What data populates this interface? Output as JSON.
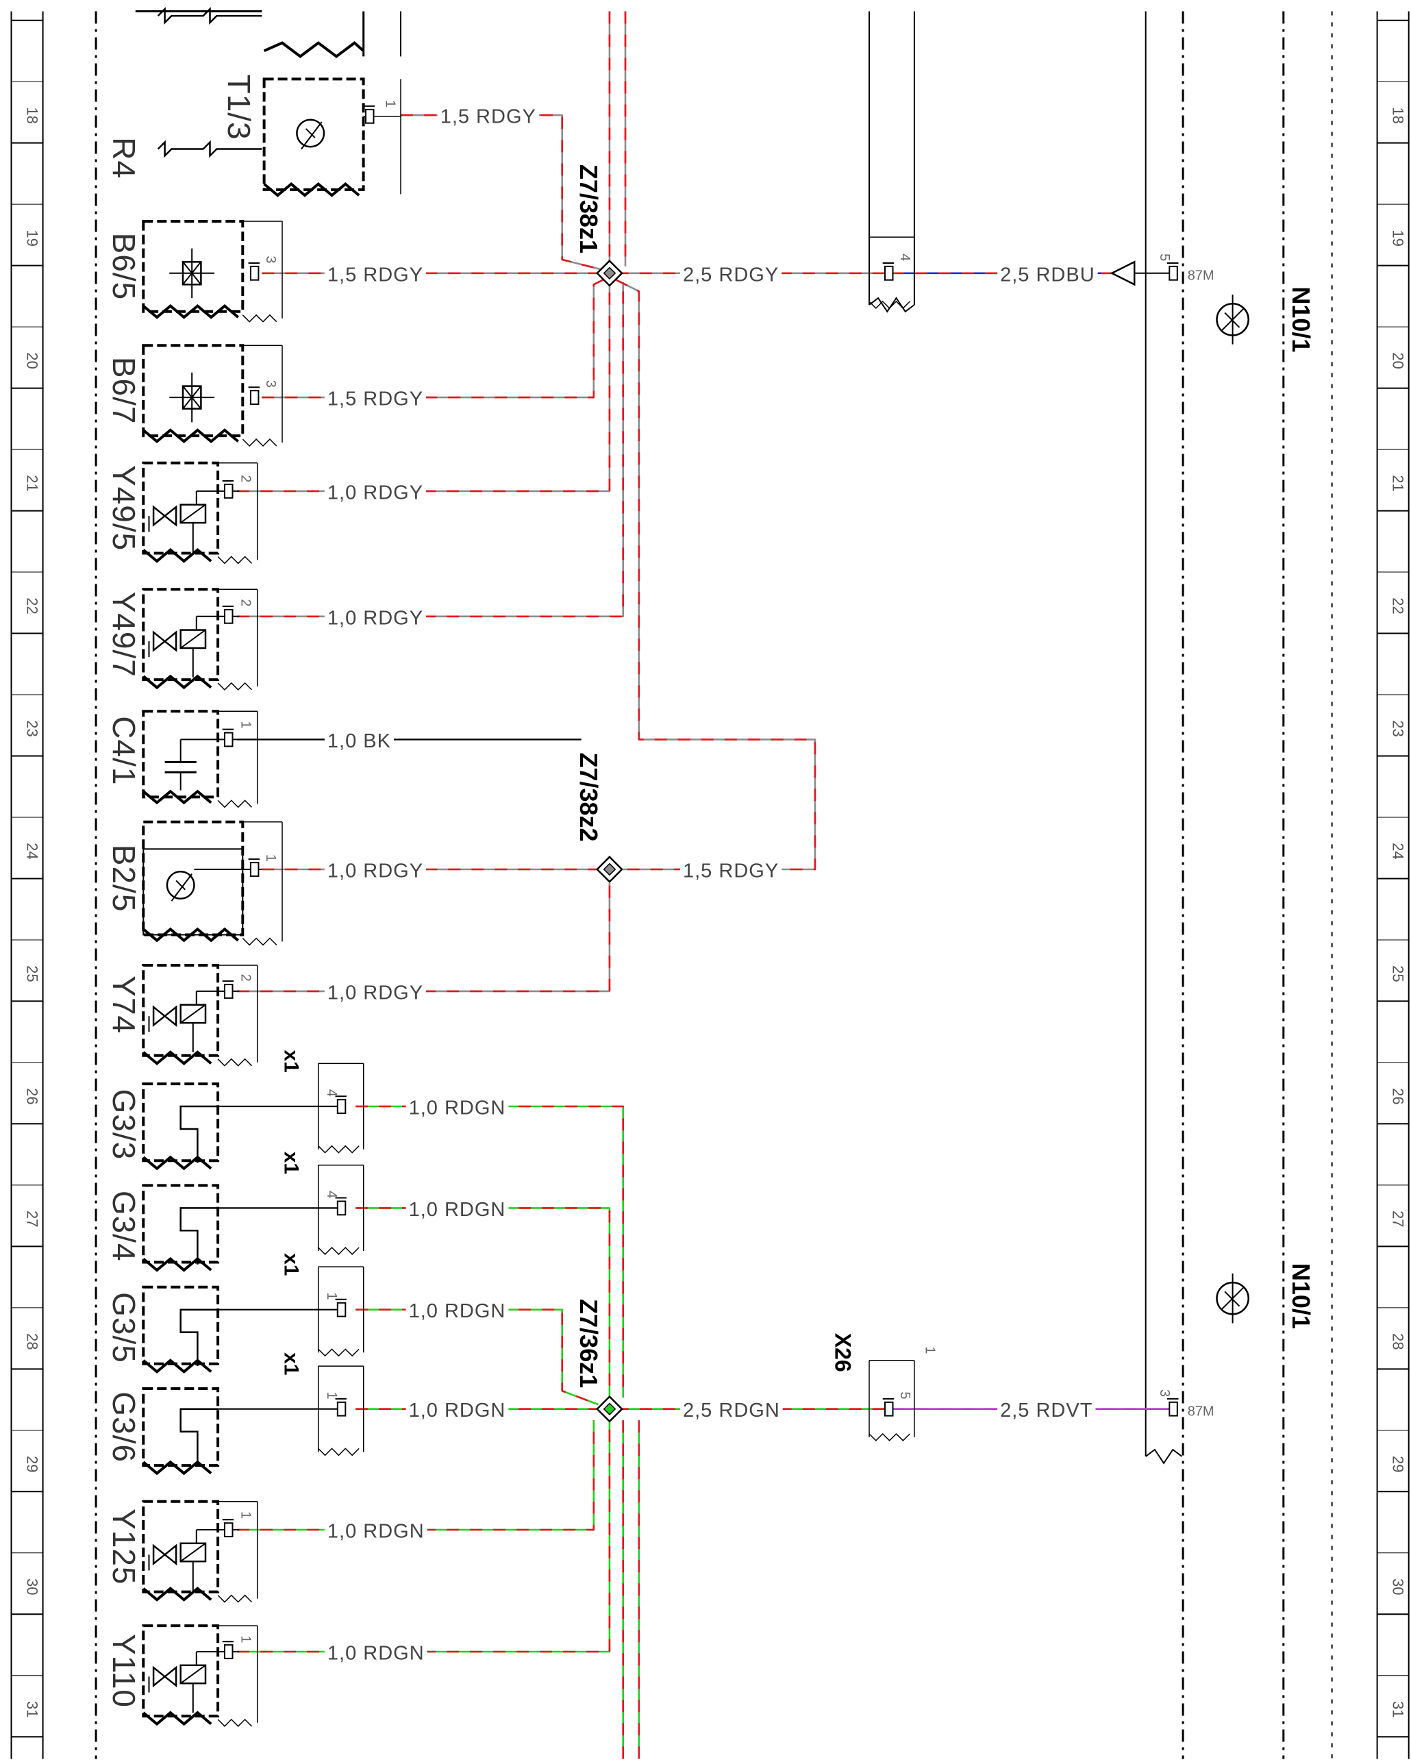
{
  "rows": [
    "18",
    "19",
    "20",
    "21",
    "22",
    "23",
    "24",
    "25",
    "26",
    "27",
    "28",
    "29",
    "30",
    "31"
  ],
  "components": [
    {
      "id": "t1_3",
      "label": "T1/3"
    },
    {
      "id": "r4",
      "label": "R4"
    },
    {
      "id": "b6_5",
      "label": "B6/5"
    },
    {
      "id": "b6_7",
      "label": "B6/7"
    },
    {
      "id": "y49_5",
      "label": "Y49/5"
    },
    {
      "id": "y49_7",
      "label": "Y49/7"
    },
    {
      "id": "c4_1",
      "label": "C4/1"
    },
    {
      "id": "b2_5",
      "label": "B2/5"
    },
    {
      "id": "y74",
      "label": "Y74"
    },
    {
      "id": "g3_3",
      "label": "G3/3"
    },
    {
      "id": "g3_4",
      "label": "G3/4"
    },
    {
      "id": "g3_5",
      "label": "G3/5"
    },
    {
      "id": "g3_6",
      "label": "G3/6"
    },
    {
      "id": "y125",
      "label": "Y125"
    },
    {
      "id": "y110",
      "label": "Y110"
    }
  ],
  "pins": {
    "t1_3": "1",
    "b6_5": "3",
    "b6_7": "3",
    "y49_5": "2",
    "y49_7": "2",
    "c4_1": "1",
    "b2_5": "1",
    "y74": "2",
    "g3_3": "4",
    "g3_4": "4",
    "g3_5": "1",
    "g3_6": "1",
    "y125": "1",
    "y110": "1",
    "x_mid_top": "4",
    "n10_top": "5",
    "x26": "5",
    "x26_top": "1",
    "n10_bottom": "3"
  },
  "wires": {
    "t1_3": "1,5 RDGY",
    "b6_5": "1,5 RDGY",
    "b6_7": "1,5 RDGY",
    "y49_5": "1,0 RDGY",
    "y49_7": "1,0 RDGY",
    "c4_1": "1,0 BK",
    "b2_5": "1,0 RDGY",
    "y74": "1,0 RDGY",
    "g3_3": "1,0 RDGN",
    "g3_4": "1,0 RDGN",
    "g3_5": "1,0 RDGN",
    "g3_6": "1,0 RDGN",
    "y125": "1,0 RDGN",
    "y110": "1,0 RDGN",
    "splice1_out": "2,5 RDGY",
    "n10_in_top": "2,5 RDBU",
    "splice2_out": "1,5 RDGY",
    "splice3_out": "2,5 RDGN",
    "n10_in_bottom": "2,5 RDVT"
  },
  "connectors": {
    "x1": "x1",
    "x26": "X26"
  },
  "splices": {
    "z1": "Z7/38z1",
    "z2": "Z7/38z2",
    "z3": "Z7/36z1"
  },
  "module": {
    "label": "N10/1",
    "terminal": "87M"
  },
  "colors": {
    "red": "#e8141c",
    "grey": "#8c8c8c",
    "green": "#22d11c",
    "blue": "#1c2ed8",
    "violet": "#b43cc8",
    "black": "#000000"
  }
}
